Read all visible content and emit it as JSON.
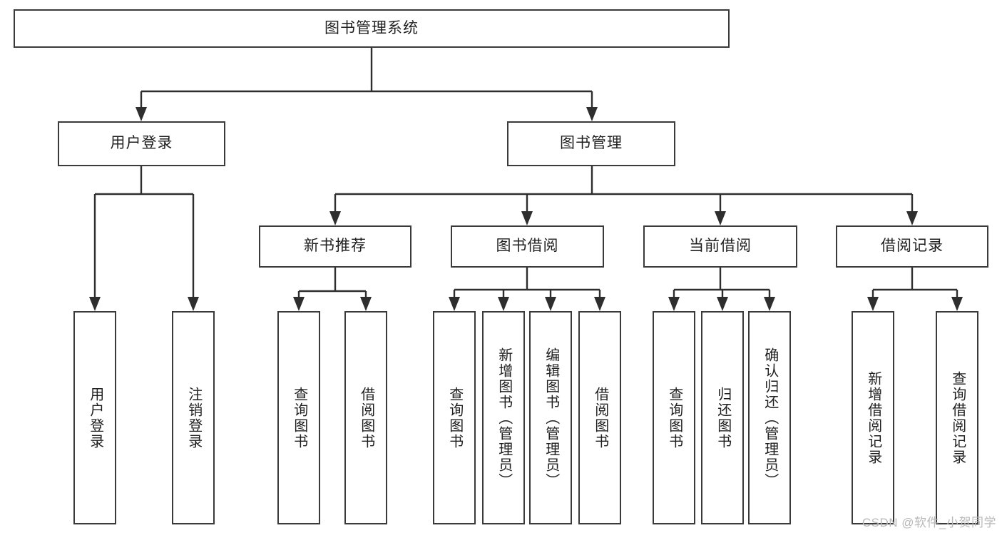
{
  "diagram": {
    "type": "tree",
    "title": "图书管理系统",
    "watermark": "CSDN @软件_小贺同学",
    "colors": {
      "box_border": "#3a3a3a",
      "connector": "#2e2e2e",
      "background": "#ffffff",
      "text": "#1f1f1f",
      "watermark": "#b9b9b9"
    },
    "nodes": {
      "root": {
        "label": "图书管理系统"
      },
      "level2": [
        {
          "label": "用户登录"
        },
        {
          "label": "图书管理"
        }
      ],
      "level3": [
        {
          "label": "新书推荐"
        },
        {
          "label": "图书借阅"
        },
        {
          "label": "当前借阅"
        },
        {
          "label": "借阅记录"
        }
      ],
      "leaves": {
        "user_login": [
          {
            "label": "用户登录"
          },
          {
            "label": "注销登录"
          }
        ],
        "new_book": [
          {
            "label": "查询图书"
          },
          {
            "label": "借阅图书"
          }
        ],
        "borrow_book": [
          {
            "label": "查询图书"
          },
          {
            "label": "新增图书（管理员）"
          },
          {
            "label": "编辑图书（管理员）"
          },
          {
            "label": "借阅图书"
          }
        ],
        "current_borrow": [
          {
            "label": "查询图书"
          },
          {
            "label": "归还图书"
          },
          {
            "label": "确认归还（管理员）"
          }
        ],
        "borrow_record": [
          {
            "label": "新增借阅记录"
          },
          {
            "label": "查询借阅记录"
          }
        ]
      }
    }
  }
}
